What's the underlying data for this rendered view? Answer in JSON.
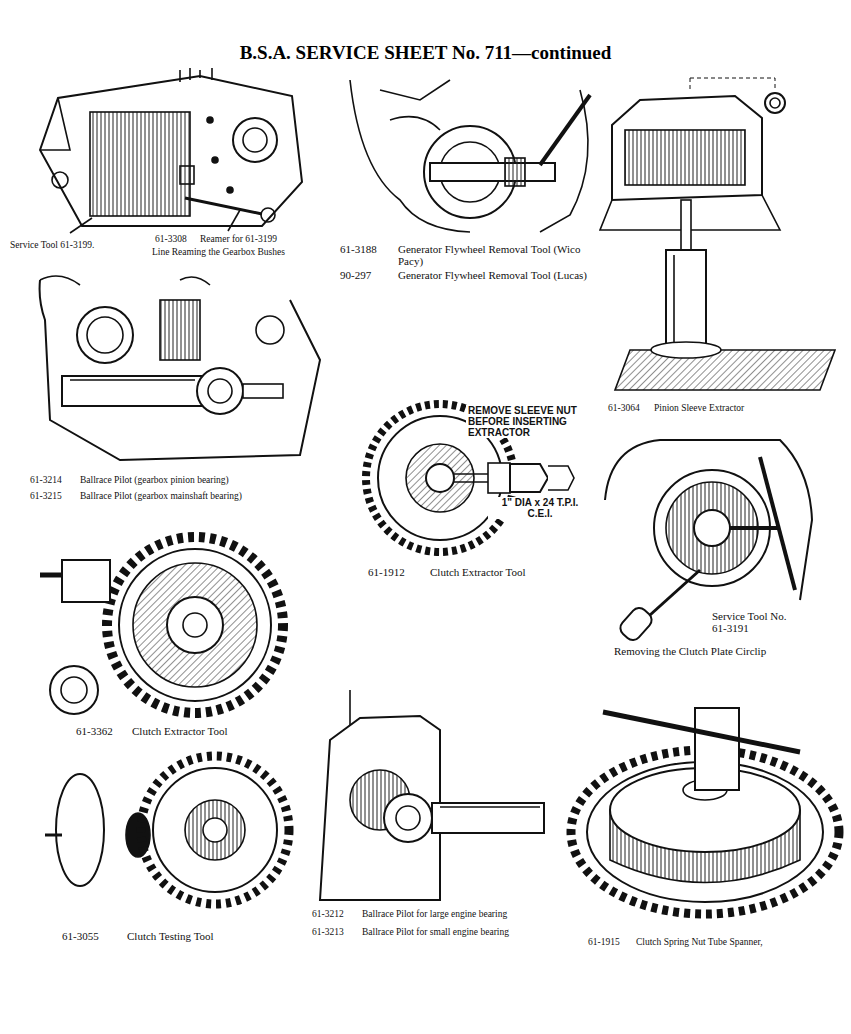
{
  "diagram": {
    "title": "B.S.A. SERVICE SHEET No. 711—continued",
    "labels": [
      "Service Tool 61-3199.",
      "61-3308",
      "Reamer for 61-3199",
      "Line Reaming the Gearbox Bushes",
      "61-3188",
      "Generator Flywheel Removal Tool (Wico Pacy)",
      "90-297",
      "Generator Flywheel Removal Tool (Lucas)",
      "61-3064",
      "Pinion Sleeve Extractor",
      "61-3214",
      "Ballrace Pilot (gearbox pinion bearing)",
      "61-3215",
      "Ballrace Pilot (gearbox mainshaft bearing)",
      "REMOVE SLEEVE NUT BEFORE INSERTING EXTRACTOR",
      "1\" DIA x 24 T.P.I. C.E.I.",
      "61-1912",
      "Clutch Extractor Tool",
      "Service Tool No. 61-3191",
      "Removing the Clutch Plate Circlip",
      "61-3362",
      "Clutch Extractor Tool",
      "61-3055",
      "Clutch Testing Tool",
      "61-3212",
      "Ballrace Pilot for large engine bearing",
      "61-3213",
      "Ballrace Pilot for small engine bearing",
      "61-1915",
      "Clutch Spring Nut Tube Spanner,"
    ]
  }
}
